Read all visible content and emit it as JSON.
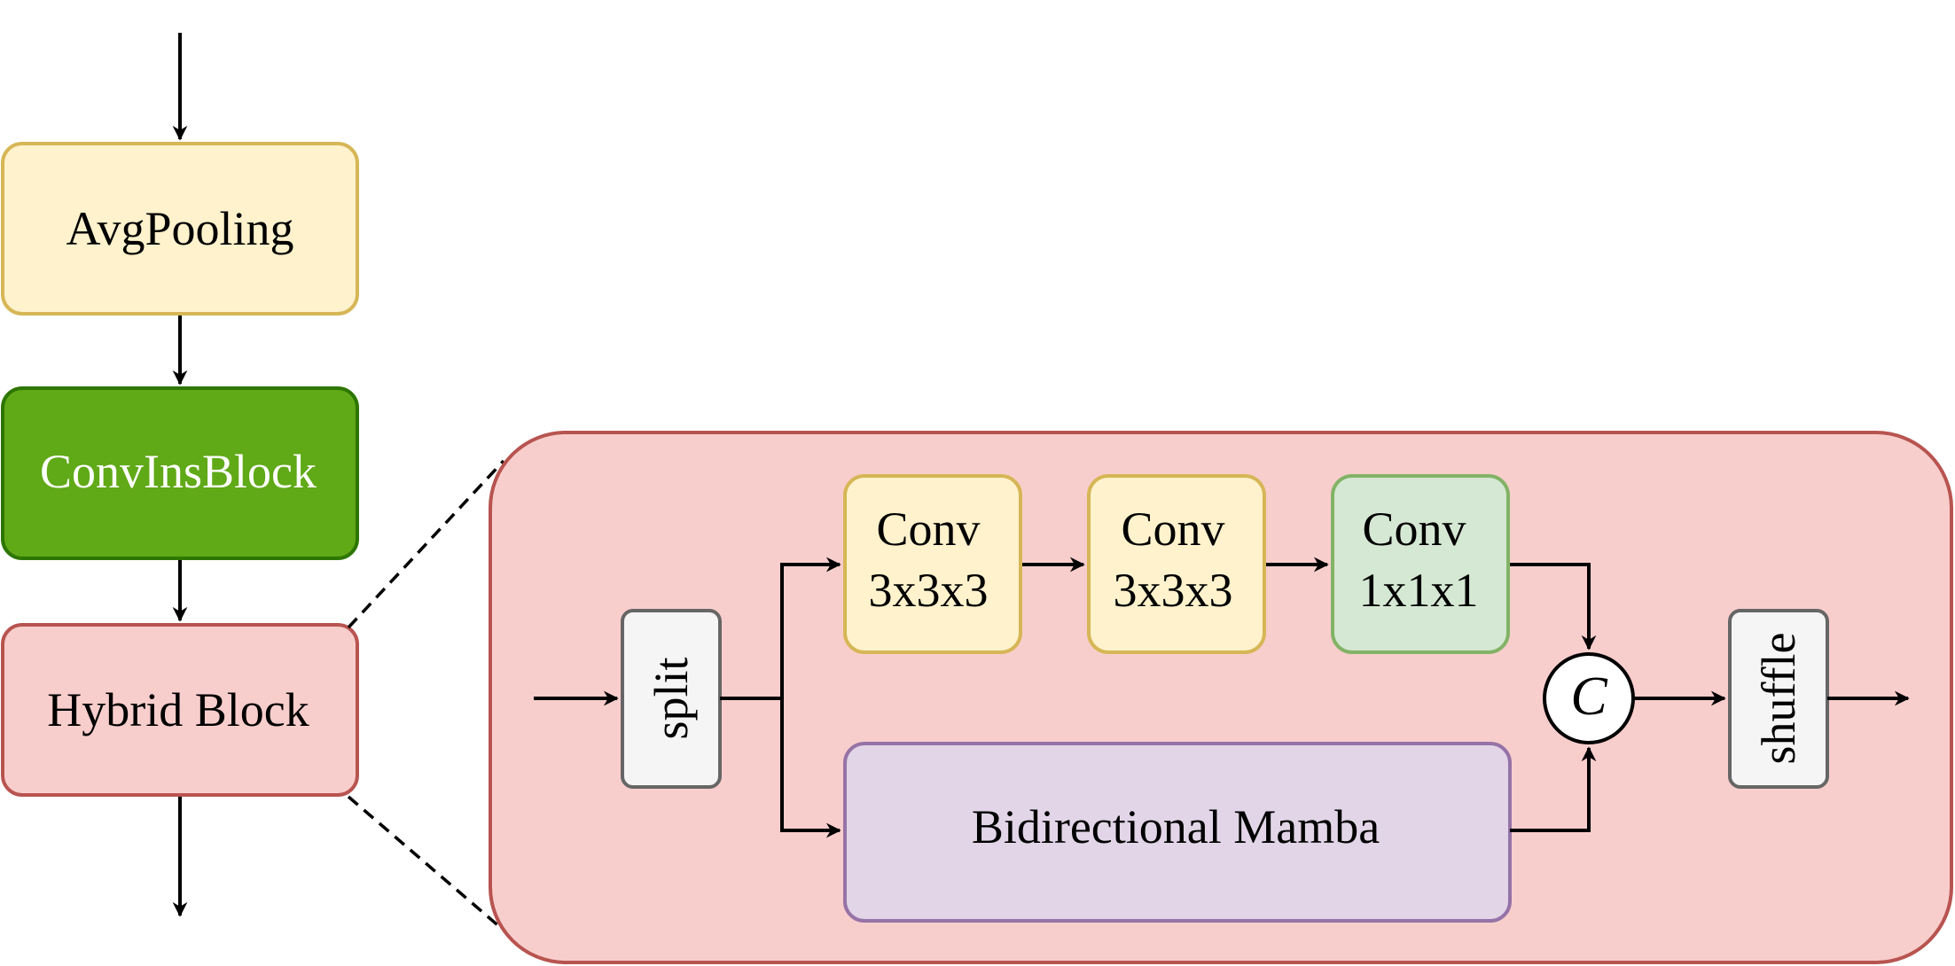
{
  "left_column": {
    "avgpool_label": "AvgPooling",
    "convins_label": "ConvInsBlock",
    "hybrid_label": "Hybrid Block"
  },
  "hybrid_detail": {
    "split_label": "split",
    "conv1": {
      "line1": "Conv",
      "line2": "3x3x3"
    },
    "conv2": {
      "line1": "Conv",
      "line2": "3x3x3"
    },
    "conv3": {
      "line1": "Conv",
      "line2": "1x1x1"
    },
    "mamba_label": "Bidirectional Mamba",
    "concat_label": "C",
    "shuffle_label": "shuffle"
  },
  "colors": {
    "yellow_fill": "#fff2cc",
    "yellow_stroke": "#d6b656",
    "green_fill": "#60a917",
    "green_stroke": "#2d7600",
    "pink_fill": "#f8cecc",
    "pink_stroke": "#b85450",
    "gray_fill": "#f5f5f5",
    "gray_stroke": "#666666",
    "lightgreen_fill": "#d5e8d4",
    "lightgreen_stroke": "#82b366",
    "purple_fill": "#e1d5e7",
    "purple_stroke": "#9673a6"
  }
}
